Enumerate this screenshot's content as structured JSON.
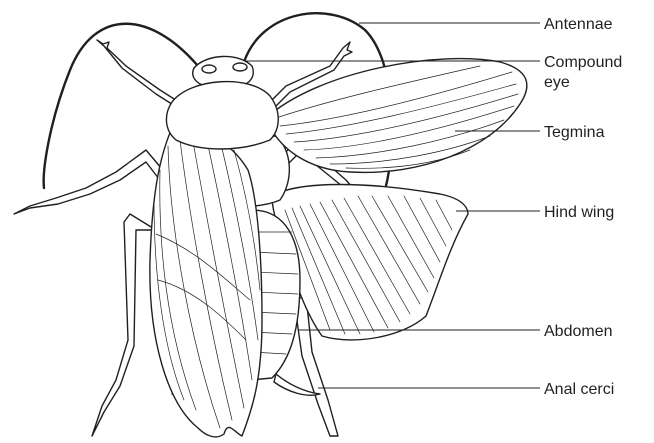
{
  "labels": {
    "antennae": "Antennae",
    "compound_eye": "Compound\neye",
    "tegmina": "Tegmina",
    "hind_wing": "Hind wing",
    "abdomen": "Abdomen",
    "anal_cerci": "Anal cerci"
  },
  "colors": {
    "line": "#231f20",
    "background": "#ffffff"
  }
}
